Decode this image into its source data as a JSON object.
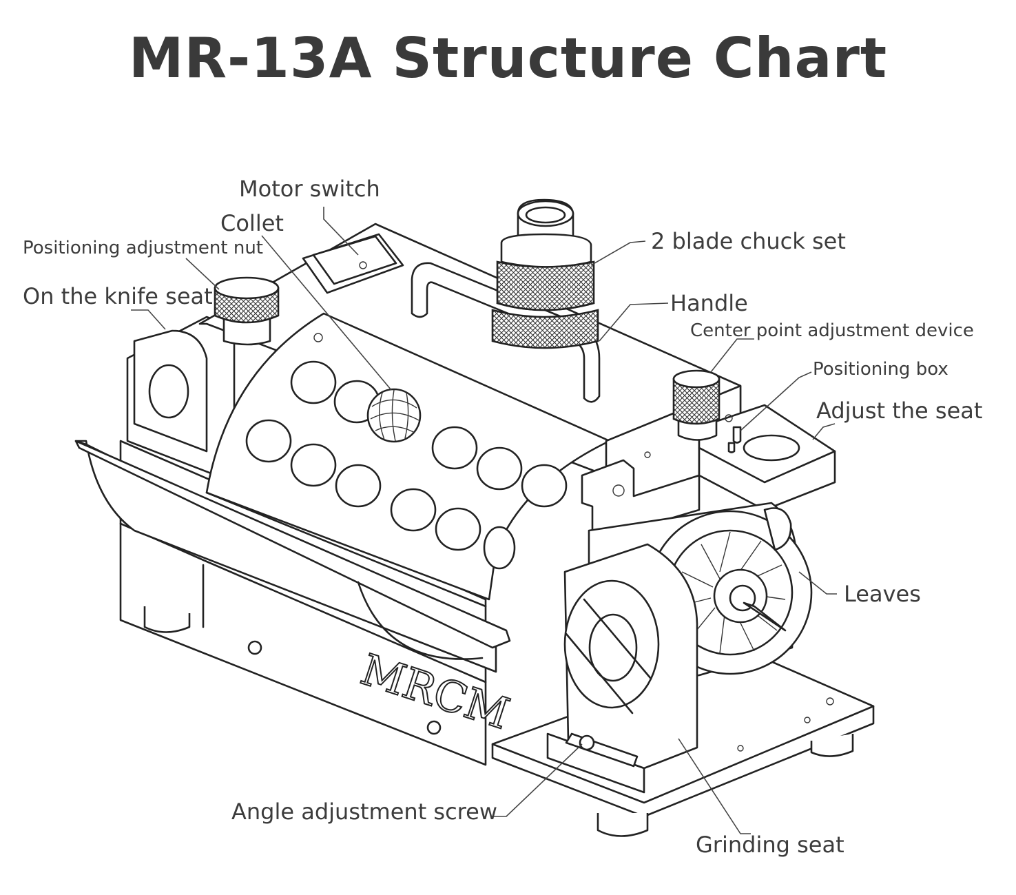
{
  "title": "MR-13A Structure Chart",
  "brand_logo": "MRCM",
  "labels": {
    "motor_switch": "Motor switch",
    "collet": "Collet",
    "positioning_adjustment_nut": "Positioning adjustment nut",
    "knife_seat": "On the knife seat",
    "blade_chuck_set": "2 blade chuck set",
    "handle": "Handle",
    "center_point_adjustment": "Center point adjustment device",
    "positioning_box": "Positioning box",
    "adjust_seat": "Adjust the seat",
    "leaves": "Leaves",
    "angle_adjustment_screw": "Angle adjustment screw",
    "grinding_seat": "Grinding seat"
  }
}
